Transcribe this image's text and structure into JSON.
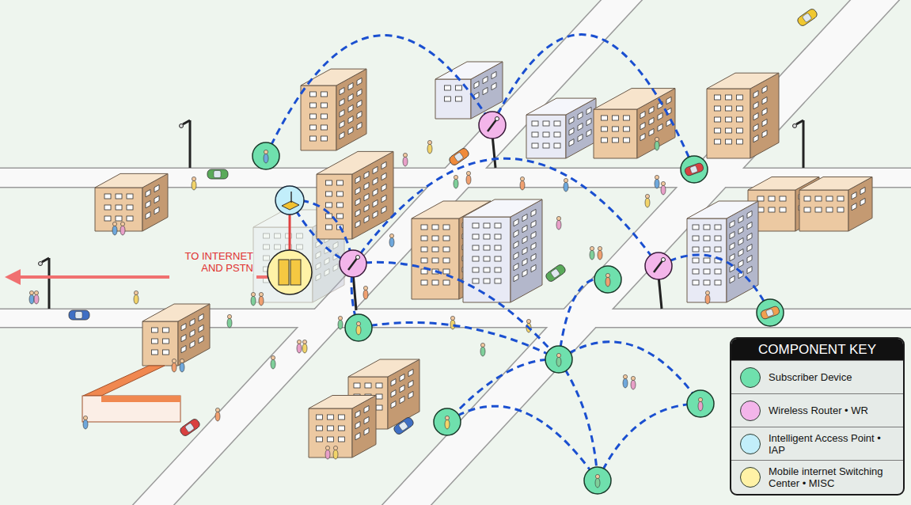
{
  "diagram": {
    "labels": [
      "TO INTERNET AND PSTN",
      "COMPONENT KEY"
    ],
    "legend": [
      {
        "text": "Subscriber Device",
        "color": "#6fe0ad"
      },
      {
        "text": "Wireless Router • WR",
        "color": "#f3b5ea"
      },
      {
        "text": "Intelligent Access Point • IAP",
        "color": "#c2eefa"
      },
      {
        "text": "Mobile internet Switching Center • MISC",
        "color": "#fff2a6"
      }
    ]
  }
}
